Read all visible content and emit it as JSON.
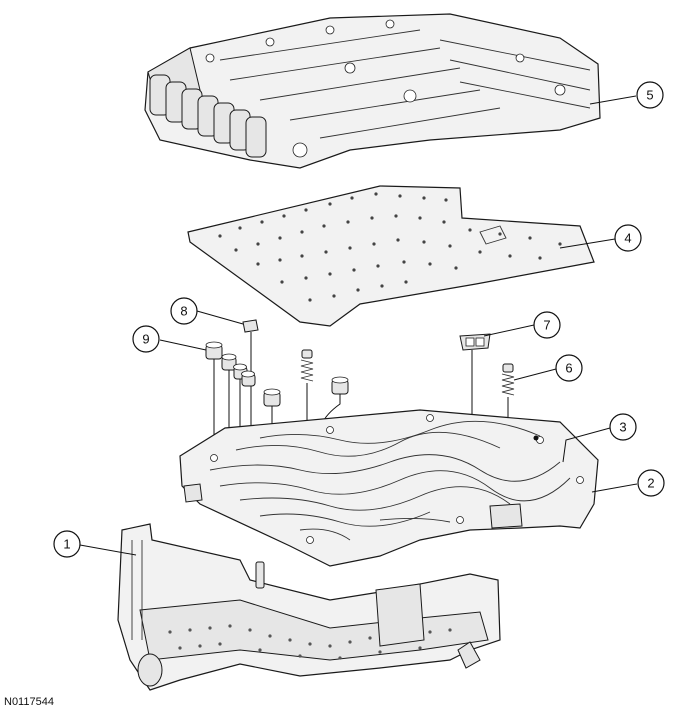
{
  "figure_id": "N0117544",
  "callouts": [
    {
      "label": "1"
    },
    {
      "label": "2"
    },
    {
      "label": "3"
    },
    {
      "label": "4"
    },
    {
      "label": "5"
    },
    {
      "label": "6"
    },
    {
      "label": "7"
    },
    {
      "label": "8"
    },
    {
      "label": "9"
    }
  ]
}
